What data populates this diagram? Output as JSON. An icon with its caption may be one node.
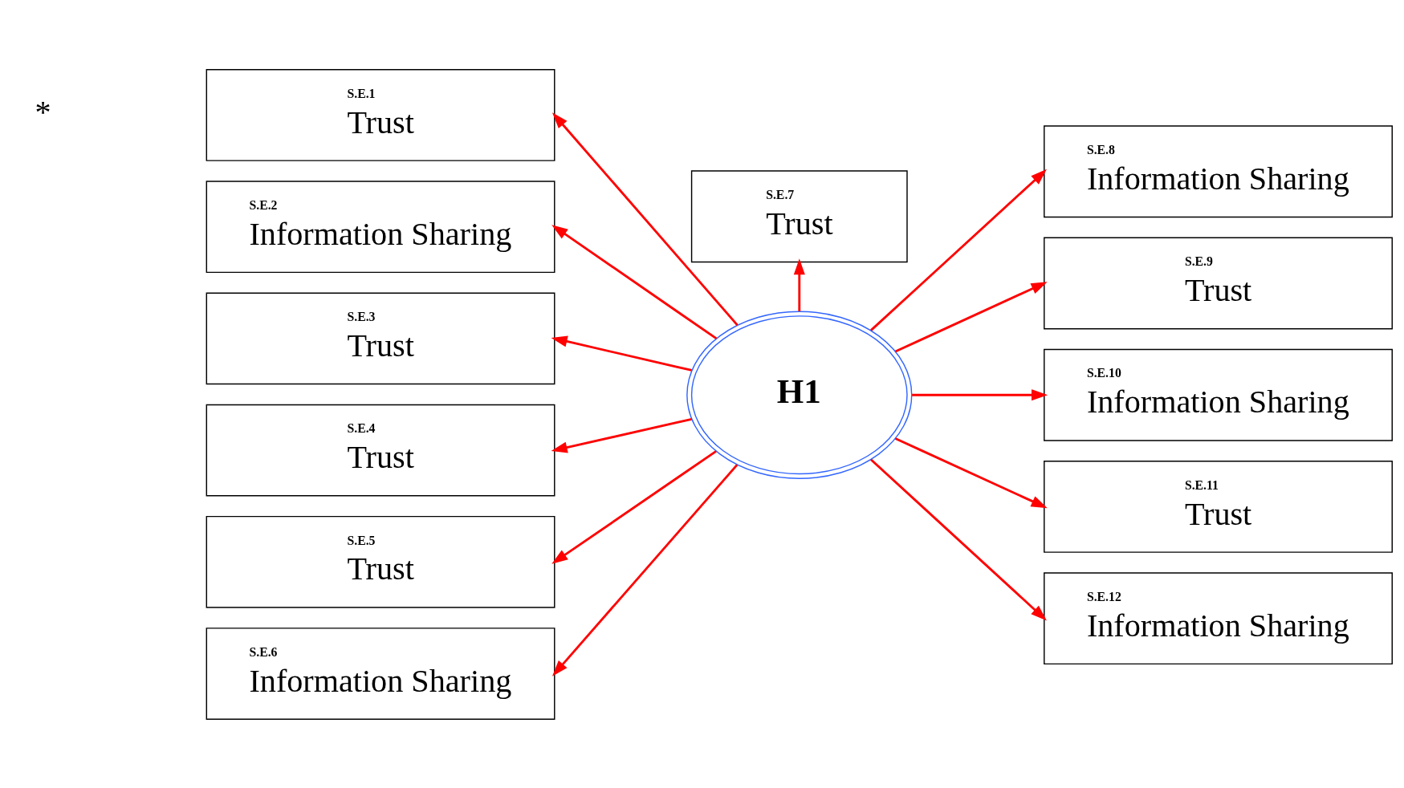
{
  "diagram": {
    "nodes": [
      {
        "text": [
          "H1"
        ]
      },
      {
        "text": [
          "S.E.1",
          "Trust"
        ]
      },
      {
        "text": [
          "S.E.2",
          "Information Sharing"
        ]
      },
      {
        "text": [
          "S.E.3",
          "Trust"
        ]
      },
      {
        "text": [
          "S.E.4",
          "Trust"
        ]
      },
      {
        "text": [
          "S.E.5",
          "Trust"
        ]
      },
      {
        "text": [
          "S.E.6",
          "Information Sharing"
        ]
      },
      {
        "text": [
          "S.E.7",
          "Trust"
        ]
      },
      {
        "text": [
          "S.E.8",
          "Information Sharing"
        ]
      },
      {
        "text": [
          "S.E.9",
          "Trust"
        ]
      },
      {
        "text": [
          "S.E.10",
          "Information Sharing"
        ]
      },
      {
        "text": [
          "S.E.11",
          "Trust"
        ]
      },
      {
        "text": [
          "S.E.12",
          "Information Sharing"
        ]
      }
    ],
    "edges": [
      {
        "from": 0,
        "to": 1,
        "arrow": "to"
      },
      {
        "from": 0,
        "to": 2,
        "arrow": "to"
      },
      {
        "from": 0,
        "to": 3,
        "arrow": "to"
      },
      {
        "from": 0,
        "to": 4,
        "arrow": "to"
      },
      {
        "from": 0,
        "to": 5,
        "arrow": "to"
      },
      {
        "from": 0,
        "to": 6,
        "arrow": "to"
      },
      {
        "from": 0,
        "to": 7,
        "arrow": "to"
      },
      {
        "from": 0,
        "to": 8,
        "arrow": "to"
      },
      {
        "from": 0,
        "to": 9,
        "arrow": "to"
      },
      {
        "from": 0,
        "to": 10,
        "arrow": "to"
      },
      {
        "from": 0,
        "to": 11,
        "arrow": "to"
      },
      {
        "from": 0,
        "to": 12,
        "arrow": "to"
      }
    ],
    "labels": [
      "*"
    ]
  }
}
